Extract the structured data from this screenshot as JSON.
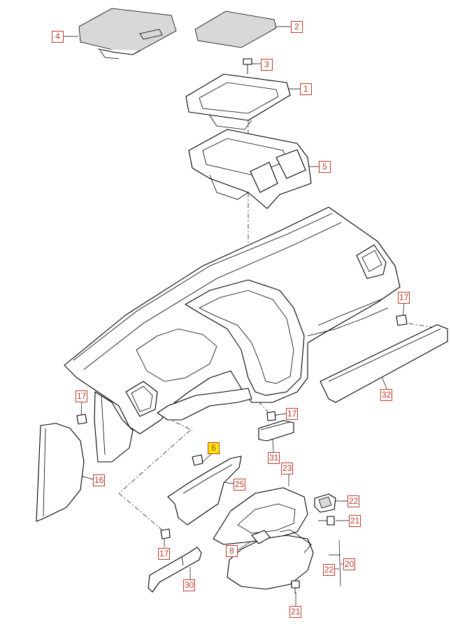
{
  "diagram": {
    "callouts": [
      {
        "id": "c4",
        "label": "4",
        "highlight": false
      },
      {
        "id": "c2",
        "label": "2",
        "highlight": false
      },
      {
        "id": "c3",
        "label": "3",
        "highlight": false
      },
      {
        "id": "c1",
        "label": "1",
        "highlight": false
      },
      {
        "id": "c5",
        "label": "5",
        "highlight": false
      },
      {
        "id": "c17a",
        "label": "17",
        "highlight": false
      },
      {
        "id": "c32",
        "label": "32",
        "highlight": false
      },
      {
        "id": "c17b",
        "label": "17",
        "highlight": false
      },
      {
        "id": "c17c",
        "label": "17",
        "highlight": false
      },
      {
        "id": "c31",
        "label": "31",
        "highlight": false
      },
      {
        "id": "c6",
        "label": "6",
        "highlight": true
      },
      {
        "id": "c16",
        "label": "16",
        "highlight": false
      },
      {
        "id": "c23",
        "label": "23",
        "highlight": false
      },
      {
        "id": "c25",
        "label": "25",
        "highlight": false
      },
      {
        "id": "c22a",
        "label": "22",
        "highlight": false
      },
      {
        "id": "c21a",
        "label": "21",
        "highlight": false
      },
      {
        "id": "c17d",
        "label": "17",
        "highlight": false
      },
      {
        "id": "c8",
        "label": "8",
        "highlight": false
      },
      {
        "id": "c20",
        "label": "20",
        "highlight": false
      },
      {
        "id": "c22b",
        "label": "22",
        "highlight": false
      },
      {
        "id": "c30",
        "label": "30",
        "highlight": false
      },
      {
        "id": "c21b",
        "label": "21",
        "highlight": false
      }
    ],
    "colors": {
      "callout_border": "#c0392b",
      "callout_text": "#c0392b",
      "highlight": "#ffe800",
      "line": "#000000"
    }
  }
}
